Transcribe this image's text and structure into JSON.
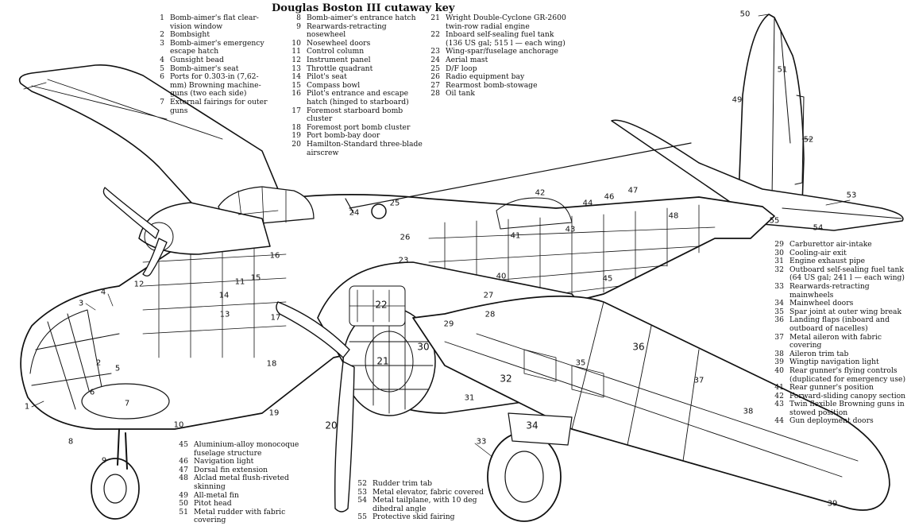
{
  "title": "Douglas Boston III cutaway key",
  "key_columns": [
    [
      {
        "n": "1",
        "text": "Bomb-aimer's flat clear-vision window"
      },
      {
        "n": "2",
        "text": "Bombsight"
      },
      {
        "n": "3",
        "text": "Bomb-aimer's emergency escape hatch"
      },
      {
        "n": "4",
        "text": "Gunsight bead"
      },
      {
        "n": "5",
        "text": "Bomb-aimer's seat"
      },
      {
        "n": "6",
        "text": "Ports for 0.303-in (7,62-mm) Browning machine-guns (two each side)"
      },
      {
        "n": "7",
        "text": "External fairings for outer guns"
      }
    ],
    [
      {
        "n": "8",
        "text": "Bomb-aimer's entrance hatch"
      },
      {
        "n": "9",
        "text": "Rearwards-retracting nosewheel"
      },
      {
        "n": "10",
        "text": "Nosewheel doors"
      },
      {
        "n": "11",
        "text": "Control column"
      },
      {
        "n": "12",
        "text": "Instrument panel"
      },
      {
        "n": "13",
        "text": "Throttle quadrant"
      },
      {
        "n": "14",
        "text": "Pilot's seat"
      },
      {
        "n": "15",
        "text": "Compass bowl"
      },
      {
        "n": "16",
        "text": "Pilot's entrance and escape hatch (hinged to starboard)"
      },
      {
        "n": "17",
        "text": "Foremost starboard bomb cluster"
      },
      {
        "n": "18",
        "text": "Foremost port bomb cluster"
      },
      {
        "n": "19",
        "text": "Port bomb-bay door"
      },
      {
        "n": "20",
        "text": "Hamilton-Standard three-blade airscrew"
      }
    ],
    [
      {
        "n": "21",
        "text": "Wright Double-Cyclone GR-2600 twin-row radial engine"
      },
      {
        "n": "22",
        "text": "Inboard self-sealing fuel tank (136 US gal; 515 l — each wing)"
      },
      {
        "n": "23",
        "text": "Wing-spar/fuselage anchorage"
      },
      {
        "n": "24",
        "text": "Aerial mast"
      },
      {
        "n": "25",
        "text": "D/F loop"
      },
      {
        "n": "26",
        "text": "Radio equipment bay"
      },
      {
        "n": "27",
        "text": "Rearmost bomb-stowage"
      },
      {
        "n": "28",
        "text": "Oil tank"
      }
    ],
    [
      {
        "n": "29",
        "text": "Carburettor air-intake"
      },
      {
        "n": "30",
        "text": "Cooling-air exit"
      },
      {
        "n": "31",
        "text": "Engine exhaust pipe"
      },
      {
        "n": "32",
        "text": "Outboard self-sealing fuel tank (64 US gal; 241 l — each wing)"
      },
      {
        "n": "33",
        "text": "Rearwards-retracting mainwheels"
      },
      {
        "n": "34",
        "text": "Mainwheel doors"
      },
      {
        "n": "35",
        "text": "Spar joint at outer wing break"
      },
      {
        "n": "36",
        "text": "Landing flaps (inboard and outboard of nacelles)"
      },
      {
        "n": "37",
        "text": "Metal aileron with fabric covering"
      },
      {
        "n": "38",
        "text": "Aileron trim tab"
      },
      {
        "n": "39",
        "text": "Wingtip navigation light"
      },
      {
        "n": "40",
        "text": "Rear gunner's flying controls (duplicated for emergency use)"
      },
      {
        "n": "41",
        "text": "Rear gunner's position"
      },
      {
        "n": "42",
        "text": "Forward-sliding canopy section"
      },
      {
        "n": "43",
        "text": "Twin flexible Browning guns in stowed position"
      },
      {
        "n": "44",
        "text": "Gun deployment doors"
      }
    ],
    [
      {
        "n": "45",
        "text": "Aluminium-alloy monocoque fuselage structure"
      },
      {
        "n": "46",
        "text": "Navigation light"
      },
      {
        "n": "47",
        "text": "Dorsal fin extension"
      },
      {
        "n": "48",
        "text": "Alclad metal flush-riveted skinning"
      },
      {
        "n": "49",
        "text": "All-metal fin"
      },
      {
        "n": "50",
        "text": "Pitot head"
      },
      {
        "n": "51",
        "text": "Metal rudder with fabric covering"
      }
    ],
    [
      {
        "n": "52",
        "text": "Rudder trim tab"
      },
      {
        "n": "53",
        "text": "Metal elevator, fabric covered"
      },
      {
        "n": "54",
        "text": "Metal tailplane, with 10 deg dihedral angle"
      },
      {
        "n": "55",
        "text": "Protective skid fairing"
      }
    ]
  ],
  "callouts": [
    "1",
    "2",
    "3",
    "4",
    "5",
    "6",
    "7",
    "8",
    "9",
    "10",
    "11",
    "12",
    "13",
    "14",
    "15",
    "16",
    "17",
    "18",
    "19",
    "20",
    "21",
    "22",
    "23",
    "24",
    "25",
    "26",
    "27",
    "28",
    "29",
    "30",
    "31",
    "32",
    "33",
    "34",
    "35",
    "36",
    "37",
    "38",
    "39",
    "40",
    "41",
    "42",
    "43",
    "44",
    "45",
    "46",
    "47",
    "48",
    "49",
    "50",
    "51",
    "52",
    "53",
    "54",
    "55"
  ]
}
